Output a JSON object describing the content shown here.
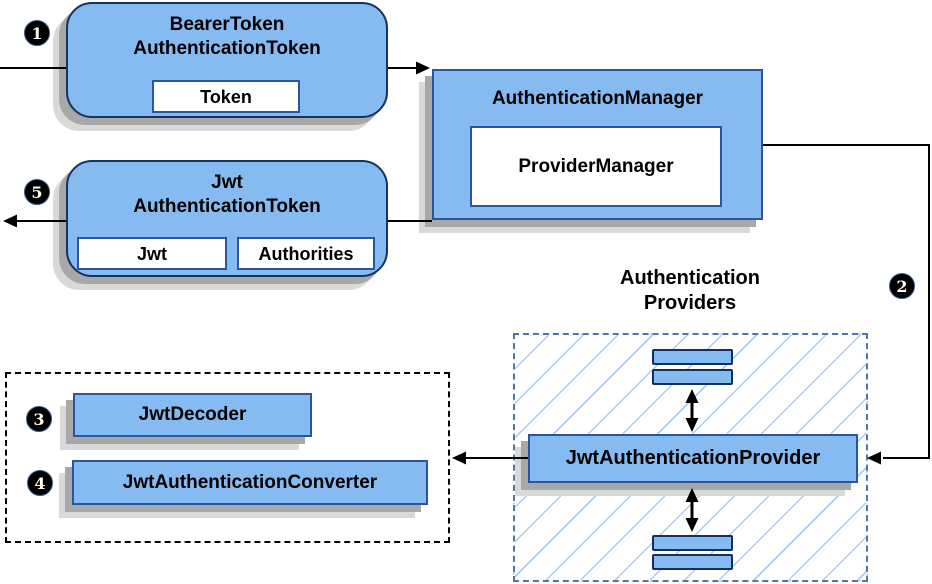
{
  "badges": {
    "step1": "1",
    "step2": "2",
    "step3": "3",
    "step4": "4",
    "step5": "5"
  },
  "bearer_token_box": {
    "title_line1": "BearerToken",
    "title_line2": "AuthenticationToken",
    "field_token": "Token"
  },
  "jwt_token_box": {
    "title_line1": "Jwt",
    "title_line2": "AuthenticationToken",
    "field_jwt": "Jwt",
    "field_authorities": "Authorities"
  },
  "authentication_manager_box": {
    "title": "AuthenticationManager",
    "field_provider_manager": "ProviderManager"
  },
  "authentication_providers": {
    "title_line1": "Authentication",
    "title_line2": "Providers",
    "provider_box": "JwtAuthenticationProvider"
  },
  "decoder_group": {
    "jwt_decoder": "JwtDecoder",
    "jwt_authentication_converter": "JwtAuthenticationConverter"
  },
  "colors": {
    "box_fill": "#85bbf0",
    "box_border": "#2a55a0",
    "rounded_border": "#16335f",
    "hatch_line": "#a9cdf0",
    "dashed_blue_border": "#4d76ad",
    "dashed_black_border": "#000000",
    "shadow_dark": "#a8a8a8",
    "shadow_light": "#d9d9d9",
    "connector": "#000000",
    "badge_bg": "#000000",
    "badge_text": "#fffdf0"
  }
}
